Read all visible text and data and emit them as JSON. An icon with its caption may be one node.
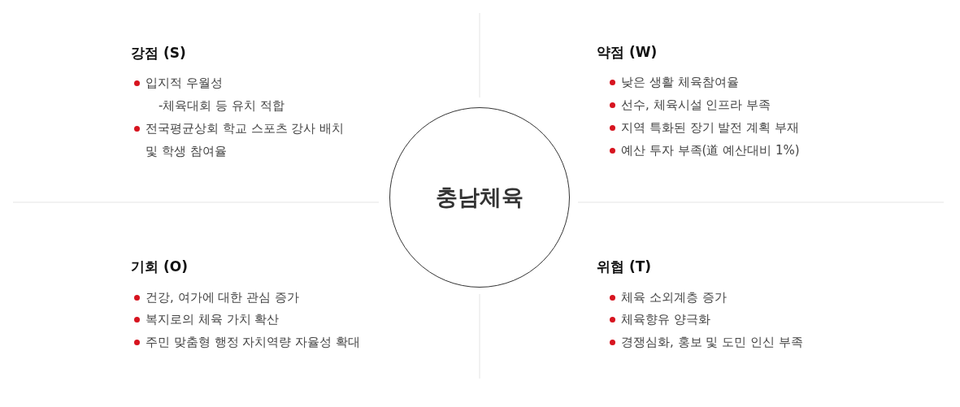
{
  "diagram": {
    "nodes": [
      {
        "text": [
          "충남체육"
        ]
      }
    ],
    "labels": [
      "강점 (S)",
      "입지적 우월성",
      "-체육대회 등 유치 적합",
      "전국평균상회 학교 스포츠 강사 배치 및 학생 참여율",
      "약점 (W)",
      "낮은 생활 체육참여율",
      "선수, 체육시설 인프라 부족",
      "지역 특화된 장기 발전 계획 부재",
      "예산 투자 부족(道 예산대비 1%)",
      "기회 (O)",
      "건강, 여가에 대한 관심 증가",
      "복지로의 체육 가치 확산",
      "주민 맞춤형 행정 자치역량 자율성 확대",
      "위협 (T)",
      "체육 소외계층 증가",
      "체육향유 양극화",
      "경쟁심화, 홍보 및 도민 인신 부족"
    ]
  }
}
